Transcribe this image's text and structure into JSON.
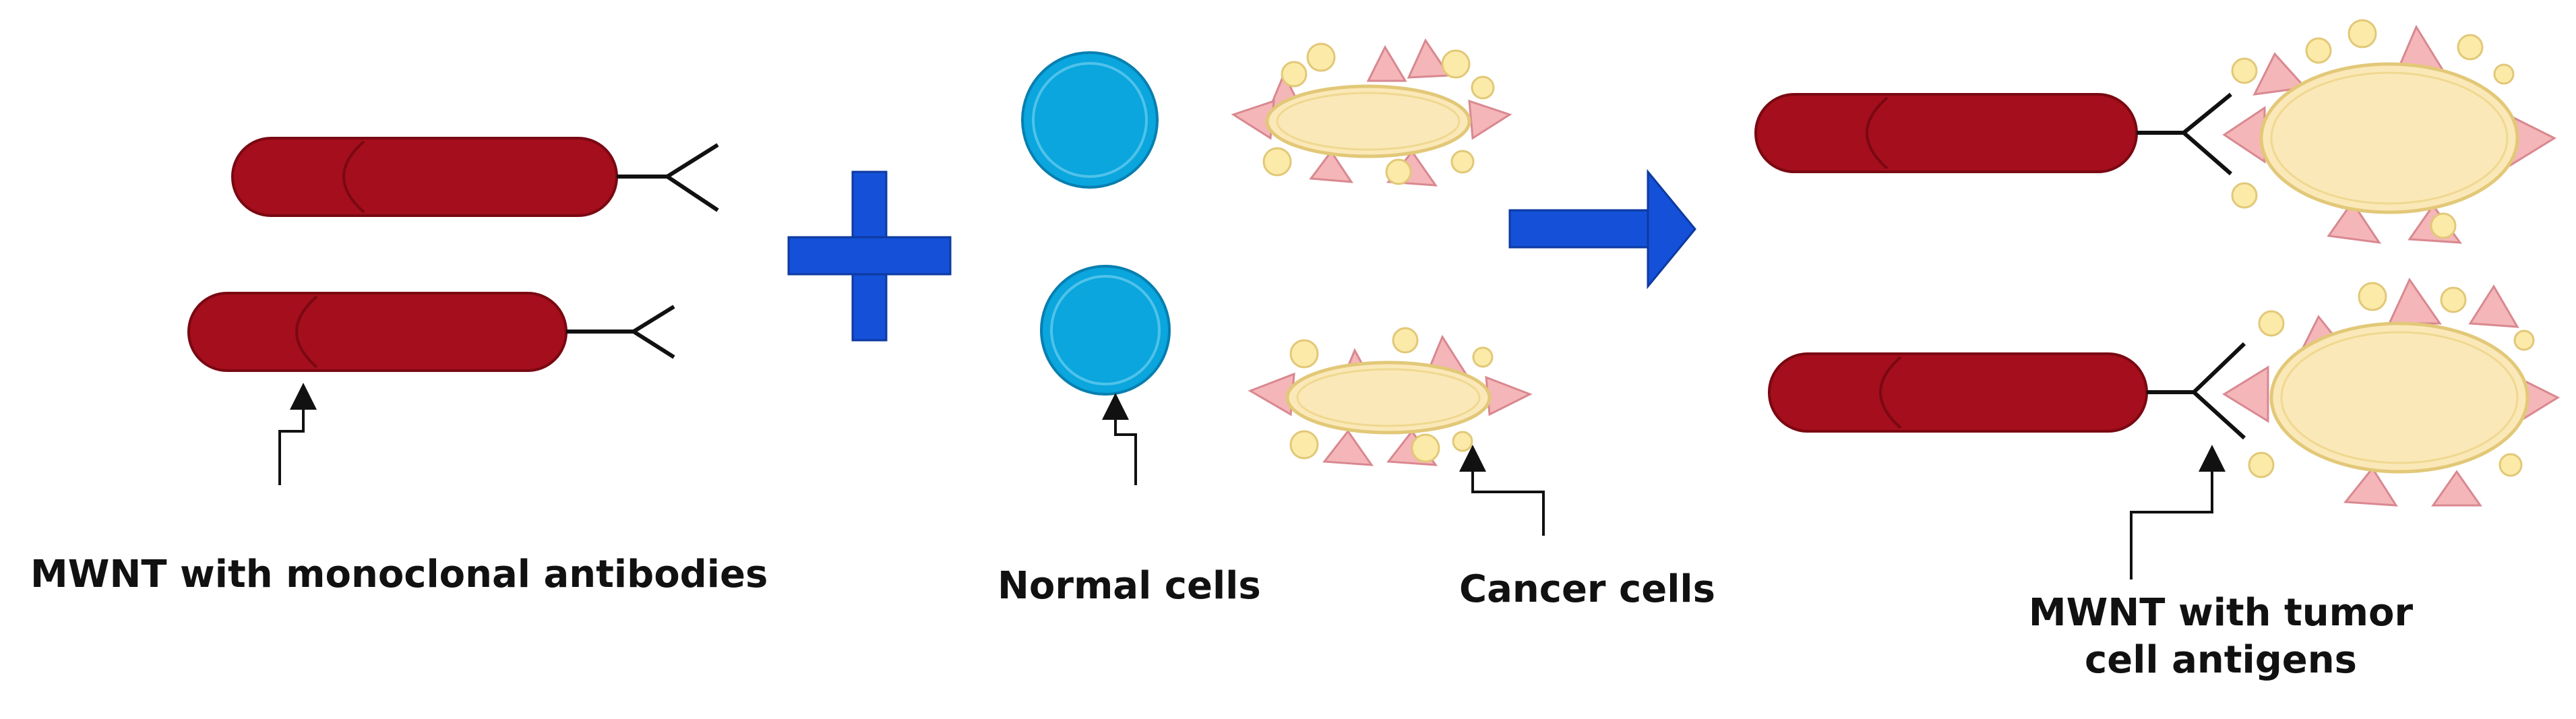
{
  "labels": {
    "mwnt_antibodies": "MWNT with monoclonal antibodies",
    "normal_cells": "Normal cells",
    "cancer_cells": "Cancer cells",
    "mwnt_tumor_line1": "MWNT with tumor",
    "mwnt_tumor_line2": "cell antigens"
  },
  "colors": {
    "nanotube": "#a50e1c",
    "nanotube_edge": "#7a0812",
    "normal_cell": "#0aa6dd",
    "normal_cell_ring": "#4fc2ea",
    "cancer_body": "#fbe8b8",
    "cancer_edge": "#e2c878",
    "antigen_triangle": "#f4b6b8",
    "antigen_triangle_edge": "#d98890",
    "antigen_dot": "#fbeaa8",
    "operator_blue": "#1450d8"
  }
}
